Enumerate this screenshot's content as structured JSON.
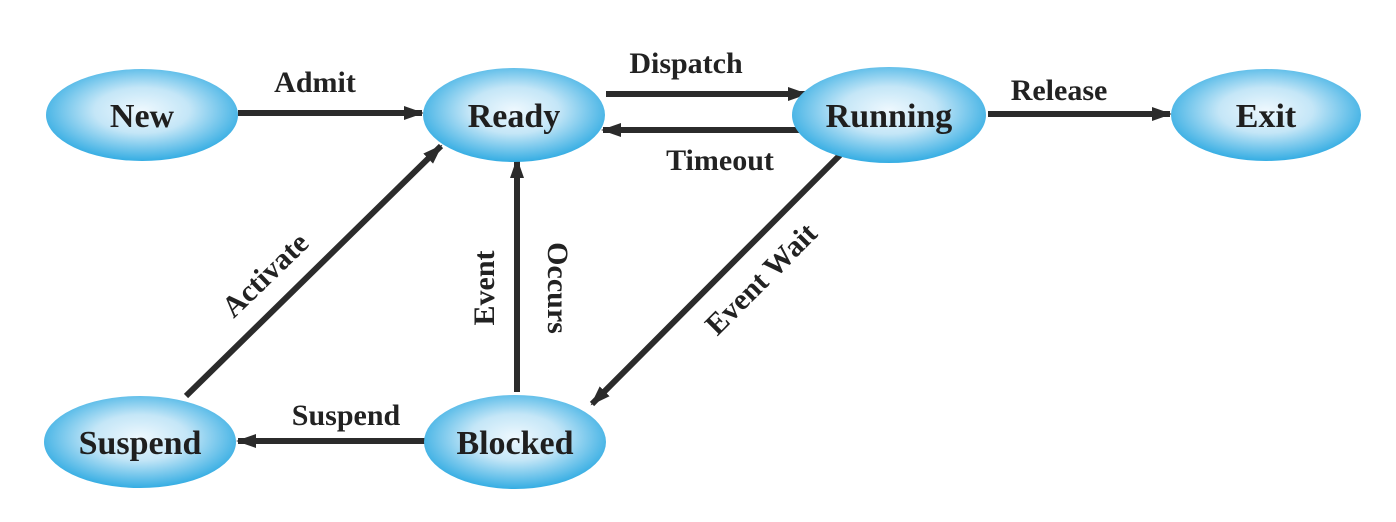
{
  "states": {
    "new": "New",
    "ready": "Ready",
    "running": "Running",
    "exit": "Exit",
    "suspend": "Suspend",
    "blocked": "Blocked"
  },
  "transitions": {
    "admit": "Admit",
    "dispatch": "Dispatch",
    "timeout": "Timeout",
    "release": "Release",
    "activate": "Activate",
    "event_occurs_line1": "Event",
    "event_occurs_line2": "Occurs",
    "event_wait": "Event Wait",
    "suspend": "Suspend"
  },
  "colors": {
    "node_fill_center": "#e9f6fd",
    "node_fill_edge": "#3db3e6",
    "arrow": "#2b2b2b",
    "text": "#1f1f1f"
  }
}
